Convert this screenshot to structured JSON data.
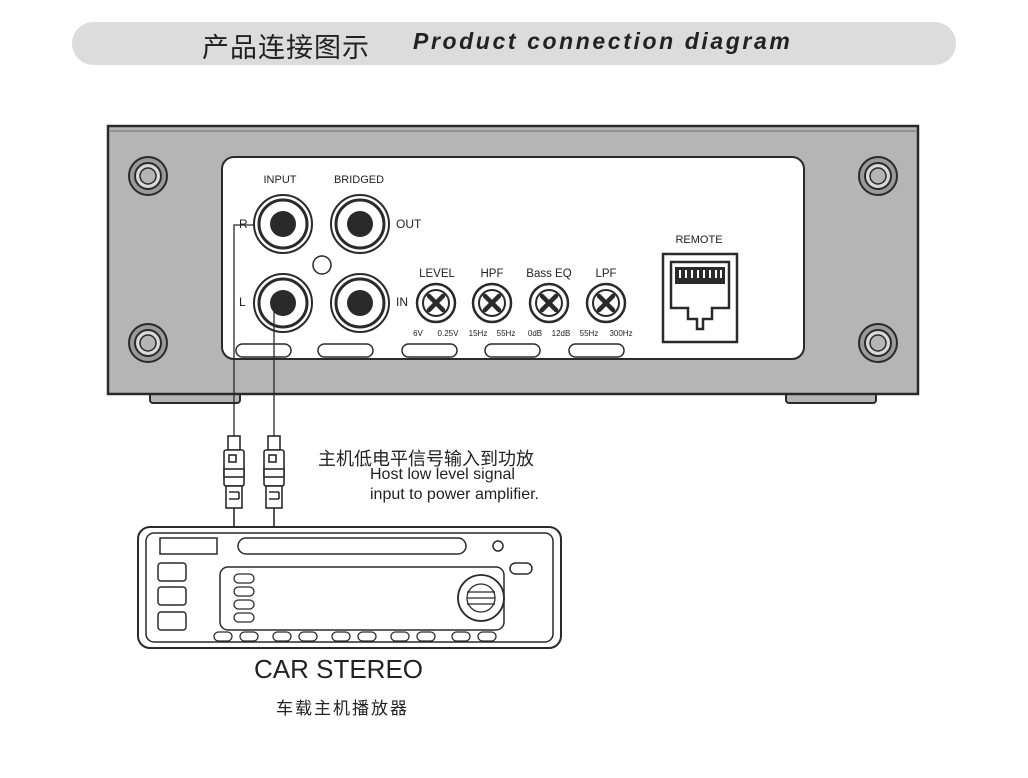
{
  "header": {
    "title_cn": "产品连接图示",
    "title_en": "Product connection diagram"
  },
  "amplifier_panel": {
    "input_label": "INPUT",
    "bridged_label": "BRIDGED",
    "r_label": "R",
    "l_label": "L",
    "out_label": "OUT",
    "in_label": "IN",
    "knobs": [
      {
        "name": "LEVEL",
        "min": "6V",
        "max": "0.25V"
      },
      {
        "name": "HPF",
        "min": "15Hz",
        "max": "55Hz"
      },
      {
        "name": "Bass EQ",
        "min": "0dB",
        "max": "12dB"
      },
      {
        "name": "LPF",
        "min": "55Hz",
        "max": "300Hz"
      }
    ],
    "remote_label": "REMOTE"
  },
  "connection_note": {
    "cn": "主机低电平信号输入到功放",
    "en_line1": "Host low level signal",
    "en_line2": "input to power amplifier."
  },
  "car_stereo": {
    "label_en": "CAR STEREO",
    "label_cn": "车载主机播放器"
  },
  "colors": {
    "panel_gray": "#b5b5b5",
    "title_bar": "#dcdcdc",
    "stroke": "#2a2a2a"
  }
}
